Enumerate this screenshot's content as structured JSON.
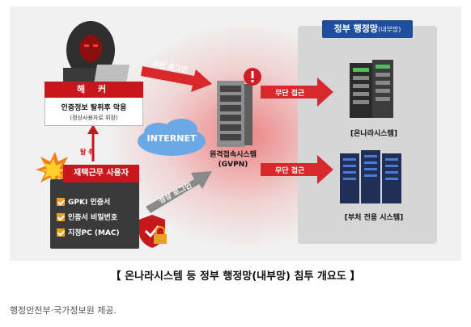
{
  "gov_network": {
    "title": "정부 행정망",
    "subtitle": "(내부망)"
  },
  "systems": {
    "onnara": "[온나라시스템]",
    "dept": "[부처 전용 시스템]",
    "gvpn_name": "원격접속시스템",
    "gvpn_code": "(GVPN)"
  },
  "hacker": {
    "title": "해 커",
    "line1": "인증정보 탈취후 악용",
    "line2": "(정상사용자로 위장)"
  },
  "steal_label": "탈 취",
  "worker": {
    "title": "재택근무 사용자",
    "items": [
      "GPKI 인증서",
      "인증서 비밀번호",
      "지정PC (MAC)"
    ]
  },
  "internet_label": "INTERNET",
  "arrows": {
    "unauthorized_login": "무단 로그인",
    "normal_login": "정상 로그인",
    "unauthorized_access_1": "무단 접근",
    "unauthorized_access_2": "무단 접근"
  },
  "caption": "【 온나라시스템 등 정부 행정망(내부망) 침투 개요도 】",
  "credit": "행정안전부·국가정보원 제공.",
  "colors": {
    "accent_red": "#c8161d",
    "gov_blue": "#1f4e9c",
    "check_orange": "#e8a020"
  }
}
